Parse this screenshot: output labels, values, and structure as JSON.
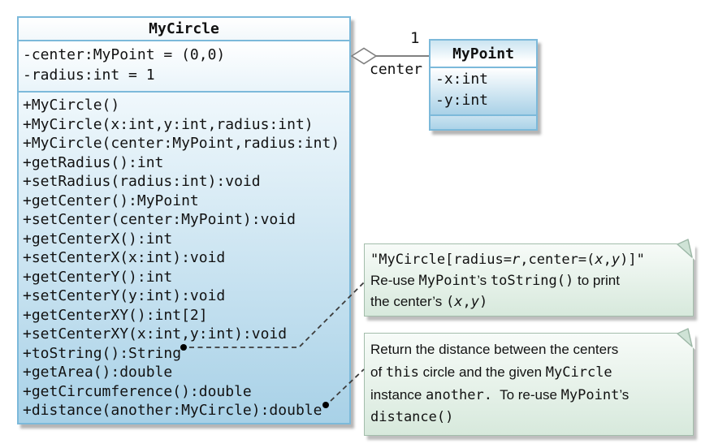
{
  "diagram": {
    "classes": [
      {
        "name": "MyCircle",
        "attributes": [
          "-center:MyPoint = (0,0)",
          "-radius:int = 1"
        ],
        "methods": [
          "+MyCircle()",
          "+MyCircle(x:int,y:int,radius:int)",
          "+MyCircle(center:MyPoint,radius:int)",
          "+getRadius():int",
          "+setRadius(radius:int):void",
          "+getCenter():MyPoint",
          "+setCenter(center:MyPoint):void",
          "+getCenterX():int",
          "+setCenterX(x:int):void",
          "+getCenterY():int",
          "+setCenterY(y:int):void",
          "+getCenterXY():int[2]",
          "+setCenterXY(x:int,y:int):void",
          "+toString():String",
          "+getArea():double",
          "+getCircumference():double",
          "+distance(another:MyCircle):double"
        ]
      },
      {
        "name": "MyPoint",
        "attributes": [
          "-x:int",
          "-y:int"
        ],
        "methods": []
      }
    ],
    "association": {
      "type": "aggregation",
      "from": "MyCircle",
      "to": "MyPoint",
      "multiplicity": "1",
      "role": "center"
    },
    "notes": [
      {
        "attached_to": "+toString():String",
        "lines": [
          [
            {
              "t": "\"MyCircle[radius=",
              "s": "mono"
            },
            {
              "t": "r",
              "s": "mono-i"
            },
            {
              "t": ",center=(",
              "s": "mono"
            },
            {
              "t": "x",
              "s": "mono-i"
            },
            {
              "t": ",",
              "s": "mono"
            },
            {
              "t": "y",
              "s": "mono-i"
            },
            {
              "t": ")]\"",
              "s": "mono"
            }
          ],
          [
            {
              "t": "Re-use ",
              "s": "sans"
            },
            {
              "t": "MyPoint",
              "s": "mono"
            },
            {
              "t": "’s ",
              "s": "sans"
            },
            {
              "t": "toString()",
              "s": "mono"
            },
            {
              "t": " to print",
              "s": "sans"
            }
          ],
          [
            {
              "t": "the center’s ",
              "s": "sans"
            },
            {
              "t": "(",
              "s": "mono"
            },
            {
              "t": "x",
              "s": "mono-i"
            },
            {
              "t": ",",
              "s": "mono"
            },
            {
              "t": "y",
              "s": "mono-i"
            },
            {
              "t": ")",
              "s": "mono"
            }
          ]
        ]
      },
      {
        "attached_to": "+distance(another:MyCircle):double",
        "lines": [
          [
            {
              "t": "Return the distance between the centers",
              "s": "sans"
            }
          ],
          [
            {
              "t": "of ",
              "s": "sans"
            },
            {
              "t": "this",
              "s": "mono"
            },
            {
              "t": " circle and the given ",
              "s": "sans"
            },
            {
              "t": "MyCircle",
              "s": "mono"
            }
          ],
          [
            {
              "t": "instance ",
              "s": "sans"
            },
            {
              "t": "another.",
              "s": "mono"
            },
            {
              "t": "  To re-use ",
              "s": "sans"
            },
            {
              "t": "MyPoint",
              "s": "mono"
            },
            {
              "t": "’s",
              "s": "sans"
            }
          ],
          [
            {
              "t": "distance()",
              "s": "mono"
            }
          ]
        ]
      }
    ],
    "colors": {
      "class_border": "#7cb9da",
      "class_fill_bottom": "#a8d1e7",
      "note_border": "#a3bdab",
      "note_fill": "#d7e9dc",
      "connector_gray": "#808080",
      "text": "#121212"
    }
  }
}
